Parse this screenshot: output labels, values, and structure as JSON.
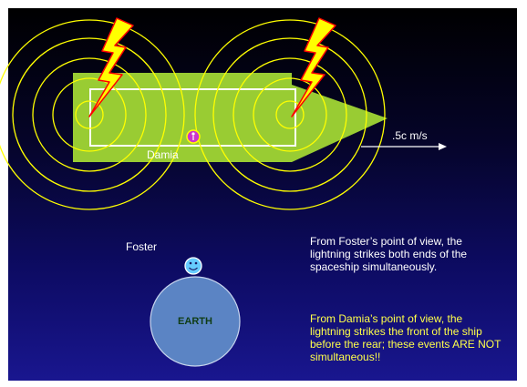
{
  "labels": {
    "damia": "Damia",
    "foster": "Foster",
    "speed": ".5c m/s",
    "earth": "EARTH"
  },
  "captions": {
    "foster_view": "From Foster’s point of view, the lightning strikes both ends of the spaceship simultaneously.",
    "damia_view": "From Damia’s point of view, the lightning strikes the front of the ship before the rear; these events ARE NOT simultaneous!!"
  },
  "colors": {
    "ship": "#99cc33",
    "ship_window_border": "#ffffff",
    "rings": "#ffff00",
    "lightning_fill": "#ffff00",
    "lightning_outline": "#ff0000",
    "earth": "#5b84c4",
    "smiley": "#66ccff",
    "damia_marker": "#cc33cc",
    "damia_caption": "#ffff4a"
  },
  "icons": [
    "lightning-bolt-icon",
    "smiley-face-icon",
    "person-marker-icon",
    "arrow-right-icon"
  ]
}
